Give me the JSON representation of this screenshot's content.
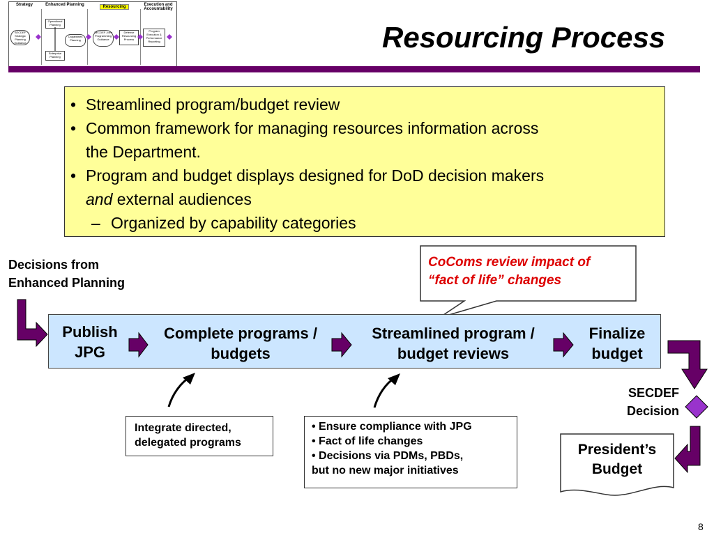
{
  "title": "Resourcing Process",
  "page_number": "8",
  "mini_map": {
    "headers": [
      "Strategy",
      "Enhanced Planning",
      "Resourcing",
      "Execution and Accountability"
    ],
    "boxes": [
      "SECDEF Strategic Planning Guidance",
      "Operational Planning",
      "Capabilities Planning",
      "Enterprise Planning",
      "SECDEF Joint Programming Guidance",
      "Defense Resourcing Process",
      "Program Execution & Performance Reporting"
    ]
  },
  "bullets": {
    "items": [
      {
        "text": "Streamlined program/budget review"
      },
      {
        "line1": "Common framework for managing resources information across",
        "line2": "the Department."
      },
      {
        "line1": "Program and budget displays designed for DoD decision makers",
        "emph": "and",
        "line2": " external audiences"
      }
    ],
    "sub_item": "Organized by capability categories",
    "bullet_char": "•",
    "dash_char": "–"
  },
  "decisions_from": {
    "line1": "Decisions from",
    "line2": "Enhanced Planning"
  },
  "callout": {
    "line1": "CoComs review impact of",
    "line2": "“fact of life” changes"
  },
  "steps": [
    {
      "line1": "Publish",
      "line2": "JPG"
    },
    {
      "line1": "Complete programs /",
      "line2": "budgets"
    },
    {
      "line1": "Streamlined program /",
      "line2": "budget reviews"
    },
    {
      "line1": "Finalize",
      "line2": "budget"
    }
  ],
  "note_left": {
    "line1": "Integrate directed,",
    "line2": "delegated programs"
  },
  "note_right": {
    "lines": [
      "• Ensure compliance with JPG",
      "• Fact of life changes",
      "• Decisions via  PDMs, PBDs,",
      "but no new major initiatives"
    ]
  },
  "secdef": {
    "line1": "SECDEF",
    "line2": "Decision"
  },
  "presidents_budget": {
    "line1": "President’s",
    "line2": "Budget"
  },
  "colors": {
    "title_bar": "#660066",
    "arrow": "#660066",
    "band": "#cce6ff",
    "info_box": "#ffff99",
    "callout_text": "#dd0000",
    "diamond": "#9933cc"
  }
}
